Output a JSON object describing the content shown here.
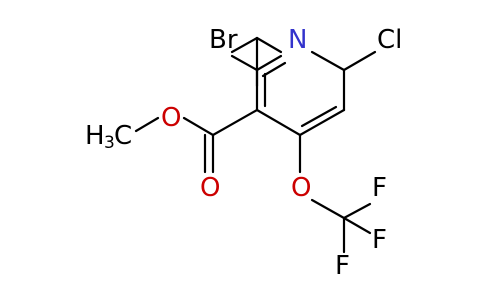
{
  "molecule": {
    "atoms": {
      "br": "Br",
      "n": "N",
      "cl": "Cl",
      "o_ether": "O",
      "o_carbonyl": "O",
      "o_ocf3": "O",
      "f_top": "F",
      "f_right": "F",
      "f_bottom": "F",
      "methyl_h": "H",
      "methyl_sub": "3",
      "methyl_c": "C"
    },
    "colors": {
      "bond": "#000000",
      "nitrogen": "#3333cc",
      "oxygen": "#cc0000",
      "halogen_br": "#000000",
      "halogen_cl": "#000000",
      "fluorine": "#000000"
    }
  }
}
